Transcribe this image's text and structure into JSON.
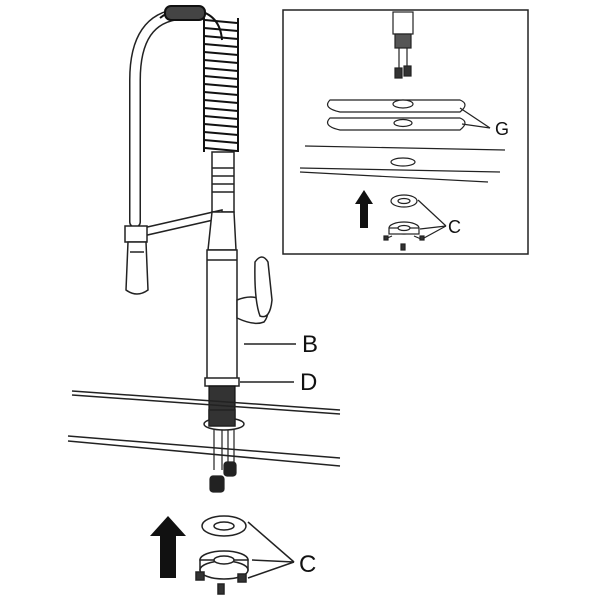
{
  "labels": {
    "B": "B",
    "D": "D",
    "C_main": "C",
    "G": "G",
    "C_inset": "C"
  }
}
